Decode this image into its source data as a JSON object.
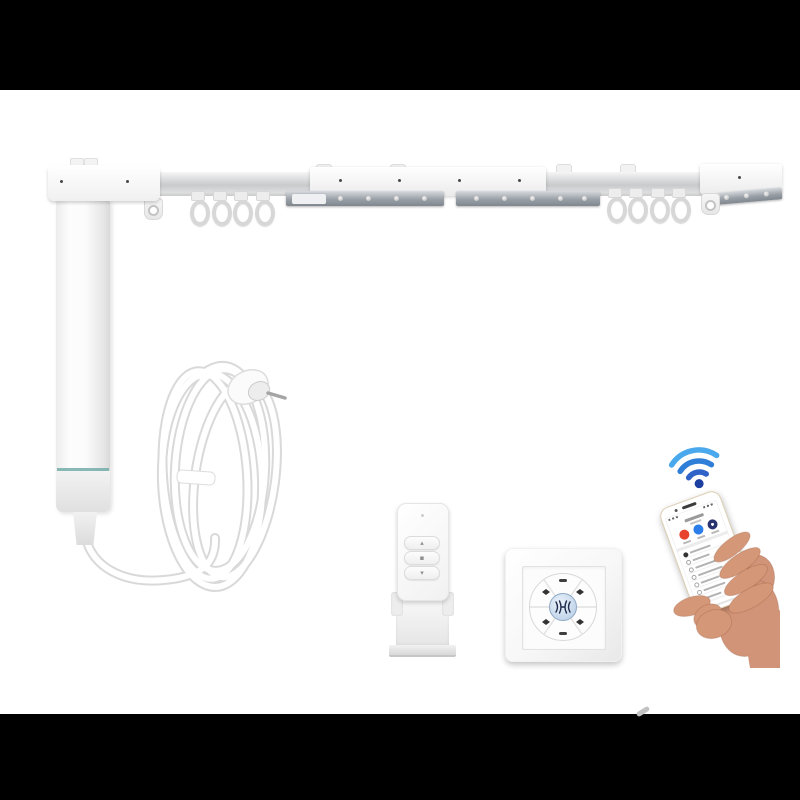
{
  "scene": {
    "kind": "product-photo",
    "subject": "Smart electric curtain track set: motorized rail with gliders, plug-in tubular motor, coiled power cable with EU plug, 3-button remote control, wall switch panel, and a hand holding a smartphone app under a Wi-Fi symbol",
    "letterbox_color": "#000000",
    "background_color": "#ffffff"
  },
  "colors": {
    "product_white": "#ffffff",
    "product_shadow": "#e2e2e2",
    "metal_light": "#d7dbdf",
    "metal_dark": "#7f868e",
    "motor_accent_teal": "#74ada7",
    "wifi_blue_light": "#49a9ec",
    "wifi_blue_mid": "#2f7fd9",
    "wifi_blue_dark": "#1d3f9f",
    "app_icon_red": "#e8432d",
    "app_icon_blue": "#2b7de9",
    "app_icon_navy": "#28336f",
    "phone_edge_gold": "#ddd0b4",
    "skin": "#d19478",
    "skin_shadow": "#b97f66",
    "switch_center_blue": "#cfe0ef"
  },
  "rail": {
    "glider_count_left": 4,
    "glider_count_right": 4,
    "belt_screw_count": 4
  },
  "remote": {
    "buttons": [
      {
        "name": "open",
        "glyph": "▴"
      },
      {
        "name": "stop",
        "glyph": "▪"
      },
      {
        "name": "close",
        "glyph": "▾"
      }
    ]
  },
  "wall_switch": {
    "button_count": 6,
    "center_color": "#cfe0ef"
  },
  "phone_app": {
    "icon_colors": [
      "#e8432d",
      "#2b7de9",
      "#28336f"
    ],
    "list_rows": 7
  }
}
